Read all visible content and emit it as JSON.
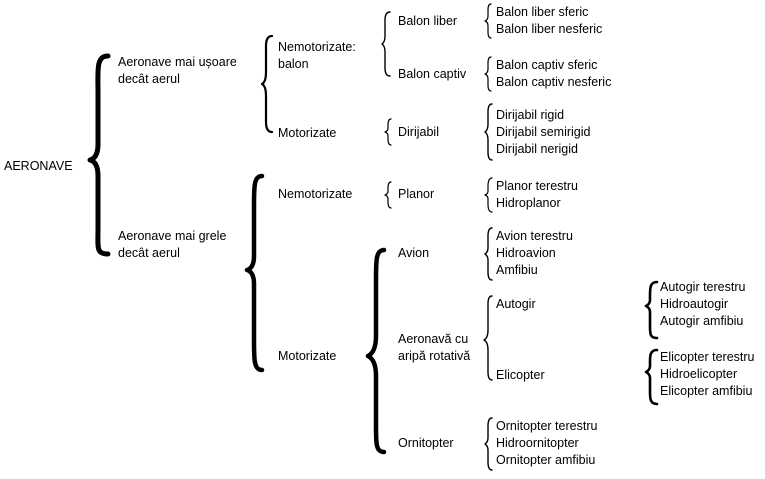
{
  "root": "AERONAVE",
  "lighter": {
    "label": [
      "Aeronave mai ușoare",
      "decât aerul"
    ],
    "nonpowered": {
      "label": [
        "Nemotorizate:",
        "balon"
      ],
      "free_balloon": {
        "label": "Balon liber",
        "items": [
          "Balon liber sferic",
          "Balon liber nesferic"
        ]
      },
      "captive_balloon": {
        "label": "Balon captiv",
        "items": [
          "Balon captiv sferic",
          "Balon captiv nesferic"
        ]
      }
    },
    "powered": {
      "label": "Motorizate",
      "airship": {
        "label": "Dirijabil",
        "items": [
          "Dirijabil rigid",
          "Dirijabil semirigid",
          "Dirijabil nerigid"
        ]
      }
    }
  },
  "heavier": {
    "label": [
      "Aeronave mai grele",
      "decât aerul"
    ],
    "nonpowered": {
      "label": "Nemotorizate",
      "glider": {
        "label": "Planor",
        "items": [
          "Planor terestru",
          "Hidroplanor"
        ]
      }
    },
    "powered": {
      "label": "Motorizate",
      "airplane": {
        "label": "Avion",
        "items": [
          "Avion terestru",
          "Hidroavion",
          "Amfibiu"
        ]
      },
      "rotary": {
        "label": [
          "Aeronavă cu",
          "aripă rotativă"
        ],
        "autogyro": {
          "label": "Autogir",
          "items": [
            "Autogir terestru",
            "Hidroautogir",
            "Autogir amfibiu"
          ]
        },
        "helicopter": {
          "label": "Elicopter",
          "items": [
            "Elicopter terestru",
            "Hidroelicopter",
            "Elicopter amfibiu"
          ]
        }
      },
      "ornithopter": {
        "label": "Ornitopter",
        "items": [
          "Ornitopter terestru",
          "Hidroornitopter",
          "Ornitopter amfibiu"
        ]
      }
    }
  }
}
